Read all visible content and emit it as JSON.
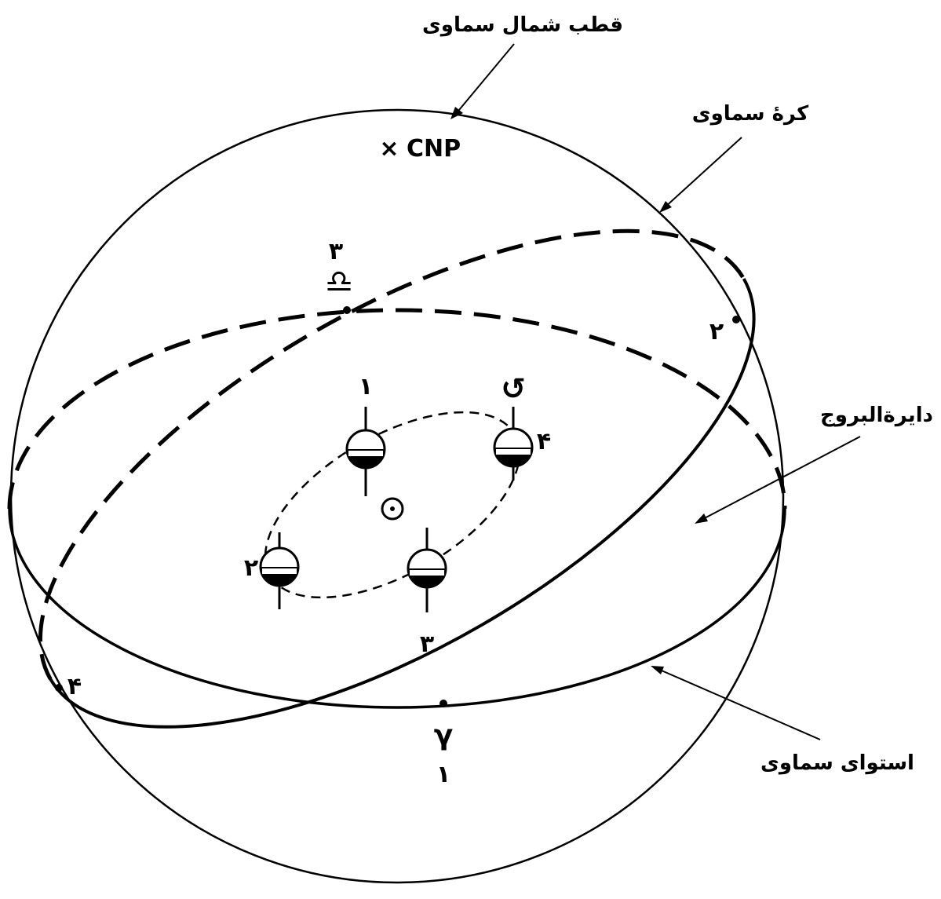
{
  "labels": {
    "celestial_north_pole": "قطب شمال سماوی",
    "celestial_sphere": "کرهٔ سماوی",
    "ecliptic": "دایرة‌البروج",
    "celestial_equator": "استوای سماوی",
    "cnp": "CNP",
    "cnp_marker": "×"
  },
  "points": {
    "libra_number": "۳",
    "libra_symbol": "♎",
    "right_number": "۲",
    "left_number": "۴",
    "vernal_symbol": "γ",
    "vernal_number": "۱"
  },
  "earth_positions": [
    {
      "number": "۱"
    },
    {
      "number": "۴"
    },
    {
      "number": "۲"
    },
    {
      "number": "۳"
    }
  ],
  "center_symbol": "⊙",
  "rotation_symbol": "↺",
  "colors": {
    "ink": "#000000",
    "background": "#ffffff"
  }
}
